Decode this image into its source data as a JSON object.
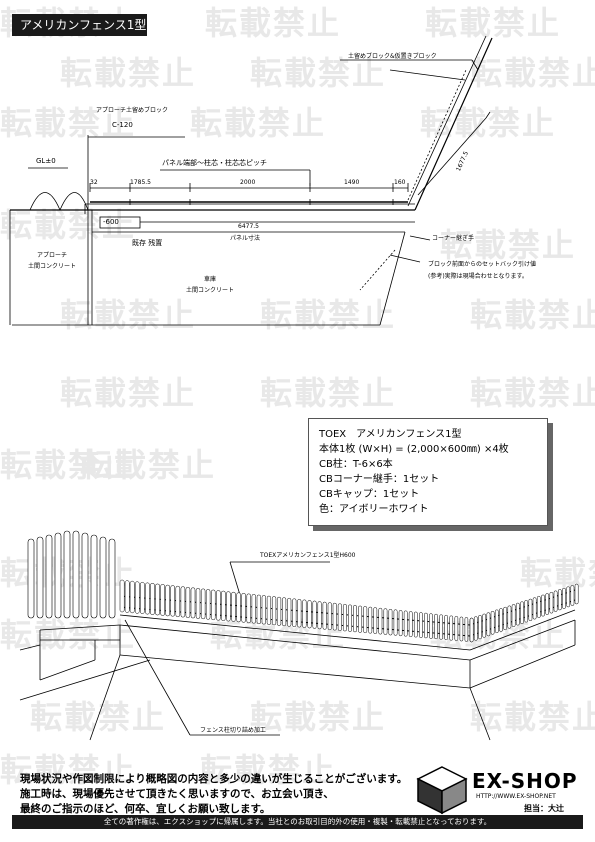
{
  "title": "アメリカンフェンス1型",
  "watermark_text": "転載禁止",
  "plan": {
    "label_block_top": "土留めブロック&仮置きブロック",
    "label_approach_block": "アプローチ土留めブロック",
    "label_c120": "C-120",
    "label_gl": "GL±0",
    "label_panel_pitch": "パネル端部～柱芯・柱芯芯ピッチ",
    "dim_32": "32",
    "dim_1": "1785.5",
    "dim_2": "2000",
    "dim_3": "1490",
    "dim_4": "160",
    "dim_right": "1677.5",
    "dim_6477": "6477.5",
    "label_panel_size": "パネル寸法",
    "label_600": "-600",
    "label_existing": "既存 残置",
    "label_approach": "アプローチ\n土間コンクリート",
    "label_garage": "車庫\n土間コンクリート",
    "label_corner": "コーナー継ぎ手",
    "label_setback_1": "ブロック前面からのセットバック引け値",
    "label_setback_2": "(参考)実際は現場合わせとなります。"
  },
  "spec": {
    "line1": "TOEX　アメリカンフェンス1型",
    "line2": "本体1枚 (W×H) = (2,000×600㎜) ×4枚",
    "line3": "CB柱：T-6×6本",
    "line4": "CBコーナー継手：1セット",
    "line5": "CBキャップ：1セット",
    "line6": "色：アイボリーホワイト"
  },
  "perspective": {
    "label_fence": "TOEXアメリカンフェンス1型H600",
    "label_cut": "フェンス柱切り詰め加工"
  },
  "notice": {
    "line1": "現場状況や作図制限により概略図の内容と多少の違いが生じることがございます。",
    "line2": "施工時は、現場優先させて頂きたく思いますので、お立会い頂き、",
    "line3": "最終のご指示のほど、何卒、宜しくお願い致します。"
  },
  "logo": {
    "name": "EX-SHOP",
    "url": "HTTP://WWW.EX-SHOP.NET",
    "person": "担当：大辻"
  },
  "footer": "全ての著作権は、エクスショップに帰属します。当社とのお取引目的外の使用・複製・転載禁止となっております。"
}
